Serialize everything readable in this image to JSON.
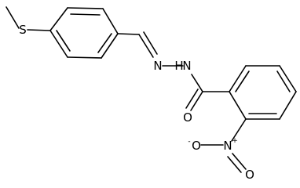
{
  "molecule": {
    "atoms": {
      "sulfur": "S",
      "nitrogen_imine": "N",
      "nitrogen_hydrazide": "N",
      "hydrazide_h": "H",
      "carbonyl_oxygen": "O",
      "nitro_nitrogen": "N",
      "nitro_nitrogen_charge": "+",
      "nitro_oxygen_upper": "O",
      "nitro_oxygen_upper_charge": "-",
      "nitro_oxygen_lower": "O"
    }
  }
}
